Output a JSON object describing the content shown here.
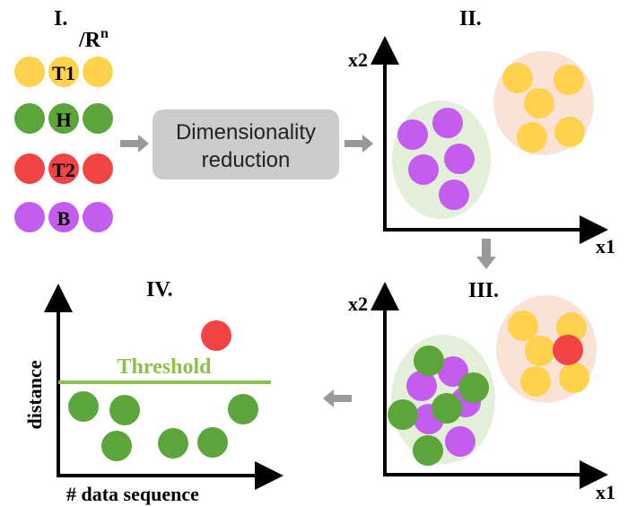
{
  "panels": {
    "panel1": {
      "label": "I.",
      "space_label": "/R",
      "space_exponent": "n",
      "rows": [
        {
          "tag": "T1",
          "color": "#ffd24d"
        },
        {
          "tag": "H",
          "color": "#5ca53a"
        },
        {
          "tag": "T2",
          "color": "#f24444"
        },
        {
          "tag": "B",
          "color": "#c45cf0"
        }
      ]
    },
    "process": {
      "label_line1": "Dimensionality",
      "label_line2": "reduction",
      "box_color": "#cccccc"
    },
    "panel2": {
      "label": "II.",
      "x_axis": "x1",
      "y_axis": "x2"
    },
    "panel3": {
      "label": "III.",
      "x_axis": "x1",
      "y_axis": "x2"
    },
    "panel4": {
      "label": "IV.",
      "x_axis": "# data sequence",
      "y_axis": "distance",
      "threshold_label": "Threshold",
      "threshold_color": "#8bc34a"
    }
  },
  "colors": {
    "yellow": "#ffd24d",
    "green": "#5ca53a",
    "red": "#f24444",
    "purple": "#c45cf0",
    "arrow": "#999999",
    "cluster_green": "#e3efd9",
    "cluster_pink": "#fbe2d6"
  }
}
